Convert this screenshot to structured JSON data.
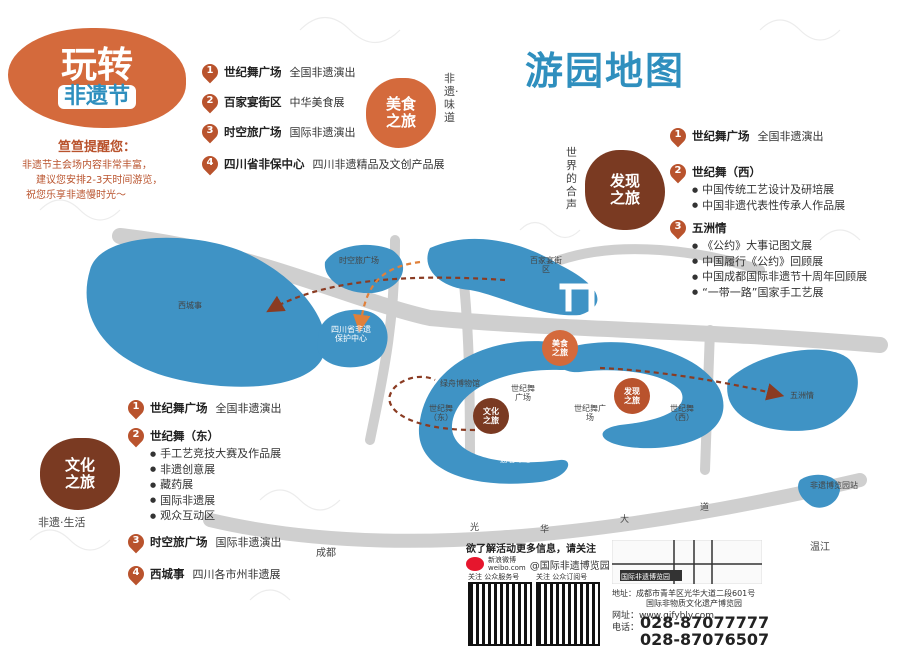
{
  "title": "游园地图",
  "promo": {
    "brand_line1": "玩转",
    "brand_line2": "非遗节",
    "reminder_title": "笪笪提醒您：",
    "reminder_lines": [
      "非遗节主会场内容非常丰富，",
      "建议您安排2-3天时间游览，",
      "祝您乐享非遗慢时光～"
    ]
  },
  "themes": {
    "food": {
      "badge": "美食之旅",
      "tagline": "非遗·味道"
    },
    "discover": {
      "badge": "发现之旅",
      "tagline": "世界的合声"
    },
    "culture": {
      "badge": "文化之旅",
      "tagline": "非遗·生活"
    }
  },
  "food_legend": [
    {
      "num": "1",
      "name": "世纪舞广场",
      "desc": "全国非遗演出"
    },
    {
      "num": "2",
      "name": "百家宴街区",
      "desc": "中华美食展"
    },
    {
      "num": "3",
      "name": "时空旅广场",
      "desc": "国际非遗演出"
    },
    {
      "num": "4",
      "name": "四川省非保中心",
      "desc": "四川非遗精品及文创产品展"
    }
  ],
  "discover_legend": [
    {
      "num": "1",
      "name": "世纪舞广场",
      "desc": "全国非遗演出",
      "items": []
    },
    {
      "num": "2",
      "name": "世纪舞（西）",
      "desc": "",
      "items": [
        "中国传统工艺设计及研培展",
        "中国非遗代表性传承人作品展"
      ]
    },
    {
      "num": "3",
      "name": "五洲情",
      "desc": "",
      "items": [
        "《公约》大事记图文展",
        "中国履行《公约》回顾展",
        "中国成都国际非遗节十周年回顾展",
        "“一带一路”国家手工艺展"
      ]
    }
  ],
  "culture_legend": [
    {
      "num": "1",
      "name": "世纪舞广场",
      "desc": "全国非遗演出",
      "items": []
    },
    {
      "num": "2",
      "name": "世纪舞（东）",
      "desc": "",
      "items": [
        "手工艺竞技大赛及作品展",
        "非遗创意展",
        "藏药展",
        "国际非遗展",
        "观众互动区"
      ]
    },
    {
      "num": "3",
      "name": "时空旅广场",
      "desc": "国际非遗演出",
      "items": []
    },
    {
      "num": "4",
      "name": "西城事",
      "desc": "四川各市州非遗展",
      "items": []
    }
  ],
  "map_labels": {
    "xicheng": "西城事",
    "shikonglv": "时空旅广场",
    "sichuan_center": "四川省非遗保护中心",
    "baijiayan": "百家宴街区",
    "lvzhou": "绿舟博物馆",
    "shijiwu_east": "世纪舞（东）",
    "shijiwu_square": "世纪舞广场",
    "shijiwu_west": "世纪舞（西）",
    "youke": "游客中心",
    "wuzhou": "五洲情",
    "metro": "非遗博览园站",
    "guanghua": "光华大道",
    "chengdu": "成都",
    "wenjiang": "温江",
    "road_guang": "光",
    "road_hua": "华",
    "road_da": "大",
    "road_dao": "道"
  },
  "info": {
    "follow": "欲了解活动更多信息，请关注",
    "weibo_name": "新浪微博",
    "weibo_url": "weibo.com",
    "weibo_account": "@国际非遗博览园",
    "wechat1": "关注 公众服务号",
    "wechat2": "关注 公众订阅号",
    "map_sign": "国际非遗博览园",
    "address": "地址：成都市青羊区光华大道二段601号",
    "address2": "国际非物质文化遗产博览园",
    "website": "网址：www.gjfybly.com",
    "phone_label": "电话：",
    "phone1": "028-87077777",
    "phone2": "028-87076507"
  },
  "colors": {
    "water": "#3f93c5",
    "accent": "#b9532d",
    "brown": "#7a3a22",
    "title": "#2f8fbe",
    "road": "#c8c8c8"
  }
}
